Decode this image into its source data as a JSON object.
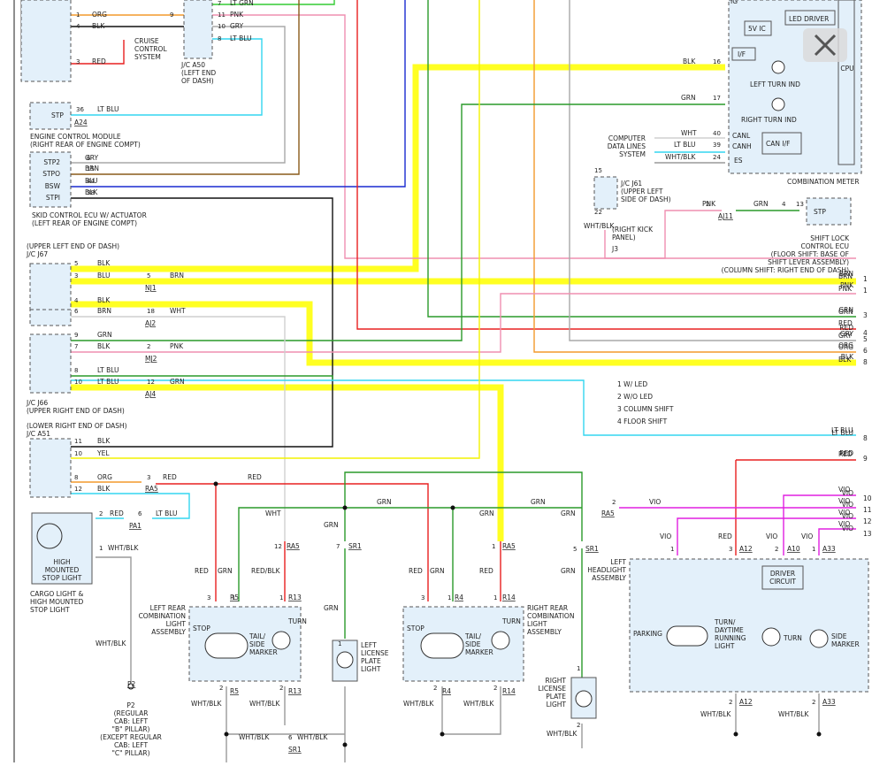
{
  "wire_colors": {
    "ORG": "#f39a2b",
    "BLK": "#111111",
    "RED": "#e82020",
    "LT GRN": "#33cc33",
    "PNK": "#ef8fb0",
    "GRY": "#a8a8a8",
    "LT BLU": "#33d6f0",
    "BRN": "#8a5a1a",
    "BLU": "#1a2ad0",
    "GRN": "#2a9a2a",
    "WHT": "#cfcfcf",
    "YEL": "#f2f200",
    "VIO": "#e020e0",
    "WHT/BLK": "#9a9a9a",
    "highlight": "#ffff22"
  },
  "components": {
    "cruise": "CRUISE\nCONTROL\nSYSTEM",
    "ja50": "J/C A50\n(LEFT END\nOF DASH)",
    "ecm": "ENGINE CONTROL MODULE\n(RIGHT REAR OF ENGINE COMPT)",
    "skid": "SKID CONTROL ECU W/ ACTUATOR\n(LEFT REAR OF ENGINE COMPT)",
    "j67": "(UPPER LEFT END OF DASH)\nJ/C J67",
    "j66": "J/C J66\n(UPPER RIGHT END OF DASH)",
    "a51": "(LOWER RIGHT END OF DASH)\nJ/C A51",
    "hmsl": "HIGH\nMOUNTED\nSTOP LIGHT",
    "cargo": "CARGO LIGHT &\nHIGH MOUNTED\nSTOP LIGHT",
    "p2": "P2\n(REGULAR\nCAB: LEFT\n\"B\" PILLAR)\n(EXCEPT REGULAR\nCAB: LEFT\n\"C\" PILLAR)",
    "lrcl": "LEFT REAR\nCOMBINATION\nLIGHT\nASSEMBLY",
    "rrcl": "RIGHT REAR\nCOMBINATION\nLIGHT\nASSEMBLY",
    "llpl": "LEFT\nLICENSE\nPLATE\nLIGHT",
    "rlpl": "RIGHT\nLICENSE\nPLATE\nLIGHT",
    "lhl": "LEFT\nHEADLIGHT\nASSEMBLY",
    "meter": "COMBINATION METER",
    "ledd": "LED DRIVER",
    "ic5v": "5V IC",
    "cpu": "CPU",
    "if": "I/F",
    "lti": "LEFT TURN IND",
    "rti": "RIGHT TURN IND",
    "canif": "CAN I/F",
    "cdls": "COMPUTER\nDATA LINES\nSYSTEM",
    "j61": "J/C J61\n(UPPER LEFT\nSIDE OF DASH)",
    "rkp": "(RIGHT KICK\nPANEL)",
    "j3": "J3",
    "sle": "SHIFT LOCK\nCONTROL ECU\n(FLOOR SHIFT: BASE OF\nSHIFT LEVER ASSEMBLY)\n(COLUMN SHIFT: RIGHT END OF DASH)",
    "drv": "DRIVER\nCIRCUIT",
    "stop": "STOP",
    "tailside": "TAIL/\nSIDE\nMARKER",
    "turn": "TURN",
    "parking": "PARKING",
    "tdrl": "TURN/\nDAYTIME\nRUNNING\nLIGHT",
    "sidemarker": "SIDE\nMARKER",
    "stp": "STP",
    "stp2": "STP2",
    "stpo": "STPO",
    "bsw": "BSW",
    "stpi": "STPI",
    "canl": "CANL",
    "canh": "CANH",
    "es": "ES",
    "ig": "IG"
  },
  "legend": [
    "1 W/ LED",
    "2 W/O LED",
    "3 COLUMN SHIFT",
    "4 FLOOR SHIFT"
  ],
  "right_outputs": [
    {
      "wire": "BRN",
      "num": "1"
    },
    {
      "wire": "PNK",
      "num": "1"
    },
    {
      "wire": "GRN",
      "num": "3"
    },
    {
      "wire": "RED",
      "num": "4"
    },
    {
      "wire": "GRY",
      "num": "5"
    },
    {
      "wire": "ORG",
      "num": "6"
    },
    {
      "wire": "BLK",
      "num": "8"
    },
    {
      "wire": "LT BLU",
      "num": "8"
    },
    {
      "wire": "RED",
      "num": "9"
    },
    {
      "wire": "VIO",
      "num": "10"
    },
    {
      "wire": "VIO",
      "num": "11"
    },
    {
      "wire": "VIO",
      "num": "12"
    },
    {
      "wire": "VIO",
      "num": "13"
    }
  ],
  "connectors": {
    "A24": "A24",
    "NJ1": "NJ1",
    "AJ2": "AJ2",
    "MJ2": "MJ2",
    "AJ4": "AJ4",
    "RA5": "RA5",
    "PA1": "PA1",
    "SR1": "SR1",
    "R5": "R5",
    "R13": "R13",
    "R4": "R4",
    "R14": "R14",
    "A12": "A12",
    "A10": "A10",
    "A33": "A33",
    "AJ11": "AJ11",
    "P2": "P2"
  },
  "labels": {
    "org": "ORG",
    "blk": "BLK",
    "red": "RED",
    "ltgrn": "LT GRN",
    "pnk": "PNK",
    "gry": "GRY",
    "ltblu": "LT BLU",
    "brn": "BRN",
    "blu": "BLU",
    "grn": "GRN",
    "wht": "WHT",
    "yel": "YEL",
    "vio": "VIO",
    "whtblk": "WHT/BLK",
    "redblk": "RED/BLK"
  }
}
